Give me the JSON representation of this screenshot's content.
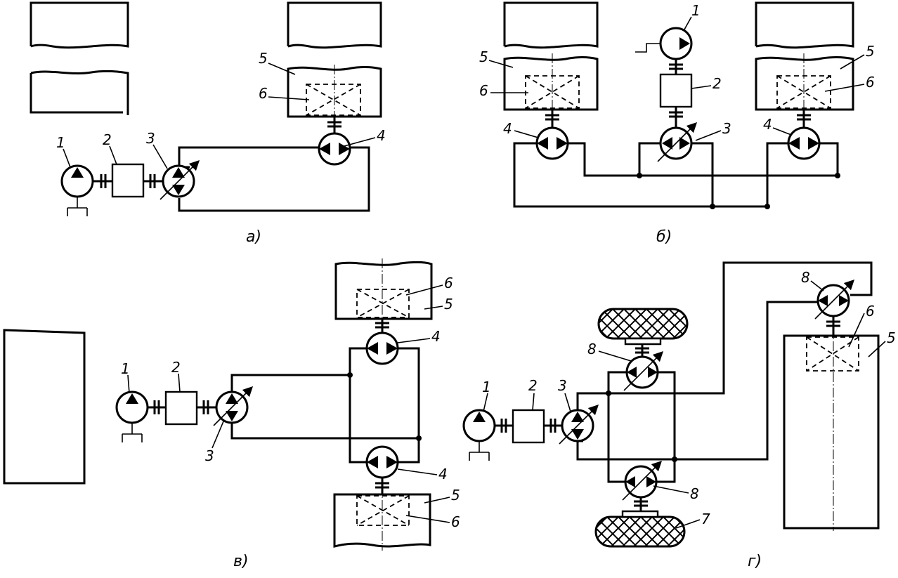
{
  "diagram": {
    "panels": [
      {
        "key": "a",
        "caption": "а)"
      },
      {
        "key": "b",
        "caption": "б)"
      },
      {
        "key": "v",
        "caption": "в)"
      },
      {
        "key": "g",
        "caption": "г)"
      }
    ],
    "labels": {
      "pump": "1",
      "gearbox": "2",
      "variable_pump": "3",
      "motor": "4",
      "frame": "5",
      "reducer": "6",
      "wheel": "7",
      "variable_motor": "8"
    }
  }
}
